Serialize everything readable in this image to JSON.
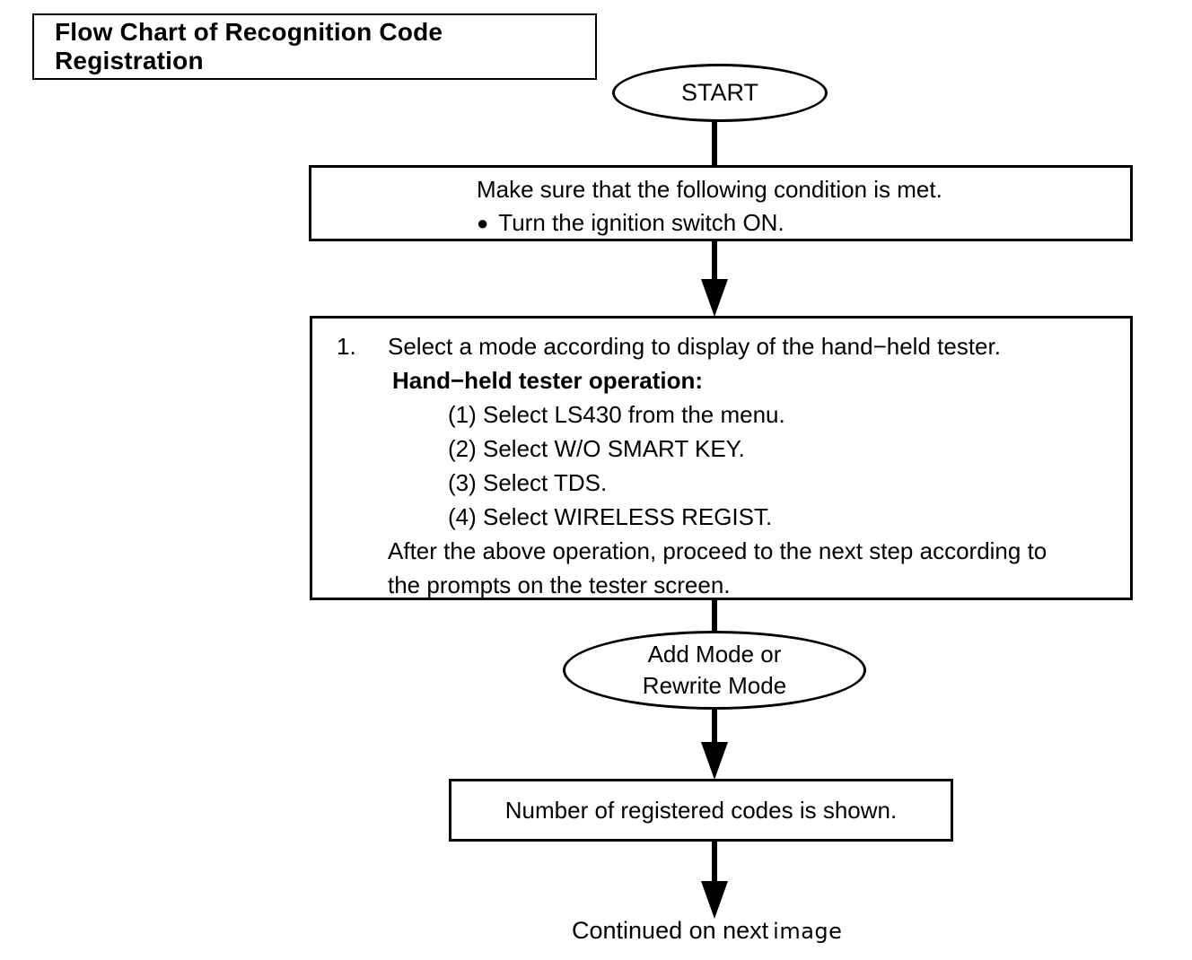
{
  "colors": {
    "ink": "#000000",
    "background": "#ffffff"
  },
  "title_box": {
    "label": "Flow Chart of Recognition Code Registration"
  },
  "nodes": {
    "start": {
      "label": "START"
    },
    "condition_box": {
      "line1": "Make sure that the following condition is met.",
      "bullet": "●",
      "line2": "Turn the ignition switch ON."
    },
    "step_box": {
      "number": "1.",
      "step_text": "Select a mode according to display of the hand−held tester.",
      "subtitle": "Hand−held tester operation:",
      "items": [
        "(1) Select LS430 from the menu.",
        "(2) Select W/O SMART KEY.",
        "(3) Select TDS.",
        "(4) Select WIRELESS REGIST."
      ],
      "footer_line1": "After the above operation, proceed to the next step according to",
      "footer_line2": "the prompts on the tester screen."
    },
    "mode_ellipse": {
      "line1": "Add Mode or",
      "line2": "Rewrite Mode"
    },
    "result_box": {
      "label": "Number of registered codes is shown."
    },
    "continued": {
      "part1": "Continued on next",
      "part2": "image"
    }
  }
}
